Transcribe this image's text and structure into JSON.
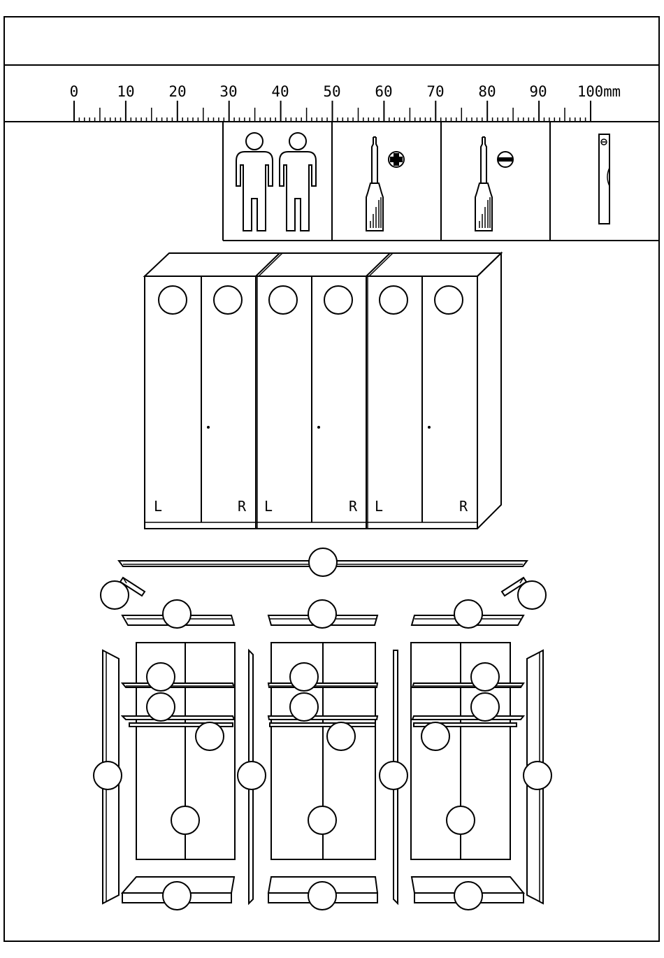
{
  "ruler": {
    "labels": [
      "0",
      "10",
      "20",
      "30",
      "40",
      "50",
      "60",
      "70",
      "80",
      "90",
      "100mm"
    ]
  },
  "tools": [
    {
      "name": "two-persons-icon"
    },
    {
      "name": "phillips-screwdriver-icon"
    },
    {
      "name": "flathead-screwdriver-icon"
    },
    {
      "name": "spirit-level-icon"
    }
  ],
  "wardrobe": {
    "door_labels": [
      "L",
      "R",
      "L",
      "R",
      "L",
      "R"
    ]
  }
}
